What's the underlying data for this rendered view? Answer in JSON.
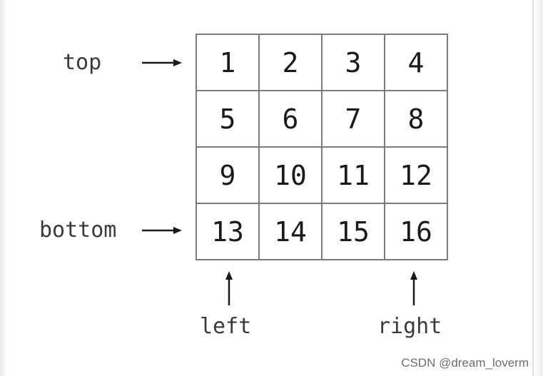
{
  "labels": {
    "top": "top",
    "bottom": "bottom",
    "left": "left",
    "right": "right"
  },
  "grid": {
    "cells": [
      "1",
      "2",
      "3",
      "4",
      "5",
      "6",
      "7",
      "8",
      "9",
      "10",
      "11",
      "12",
      "13",
      "14",
      "15",
      "16"
    ]
  },
  "watermark": "CSDN @dream_loverm"
}
